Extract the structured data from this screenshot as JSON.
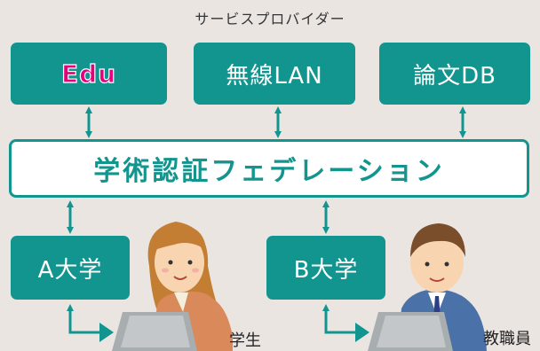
{
  "header": {
    "title": "サービスプロバイダー"
  },
  "services": [
    {
      "label": "Edu"
    },
    {
      "label": "無線LAN"
    },
    {
      "label": "論文DB"
    }
  ],
  "federation": {
    "label": "学術認証フェデレーション"
  },
  "institutions": [
    {
      "label": "A大学",
      "user_label": "学生"
    },
    {
      "label": "B大学",
      "user_label": "教職員"
    }
  ],
  "colors": {
    "accent": "#13958f",
    "background": "#ebe5e2",
    "edu_text": "#e6007e"
  }
}
